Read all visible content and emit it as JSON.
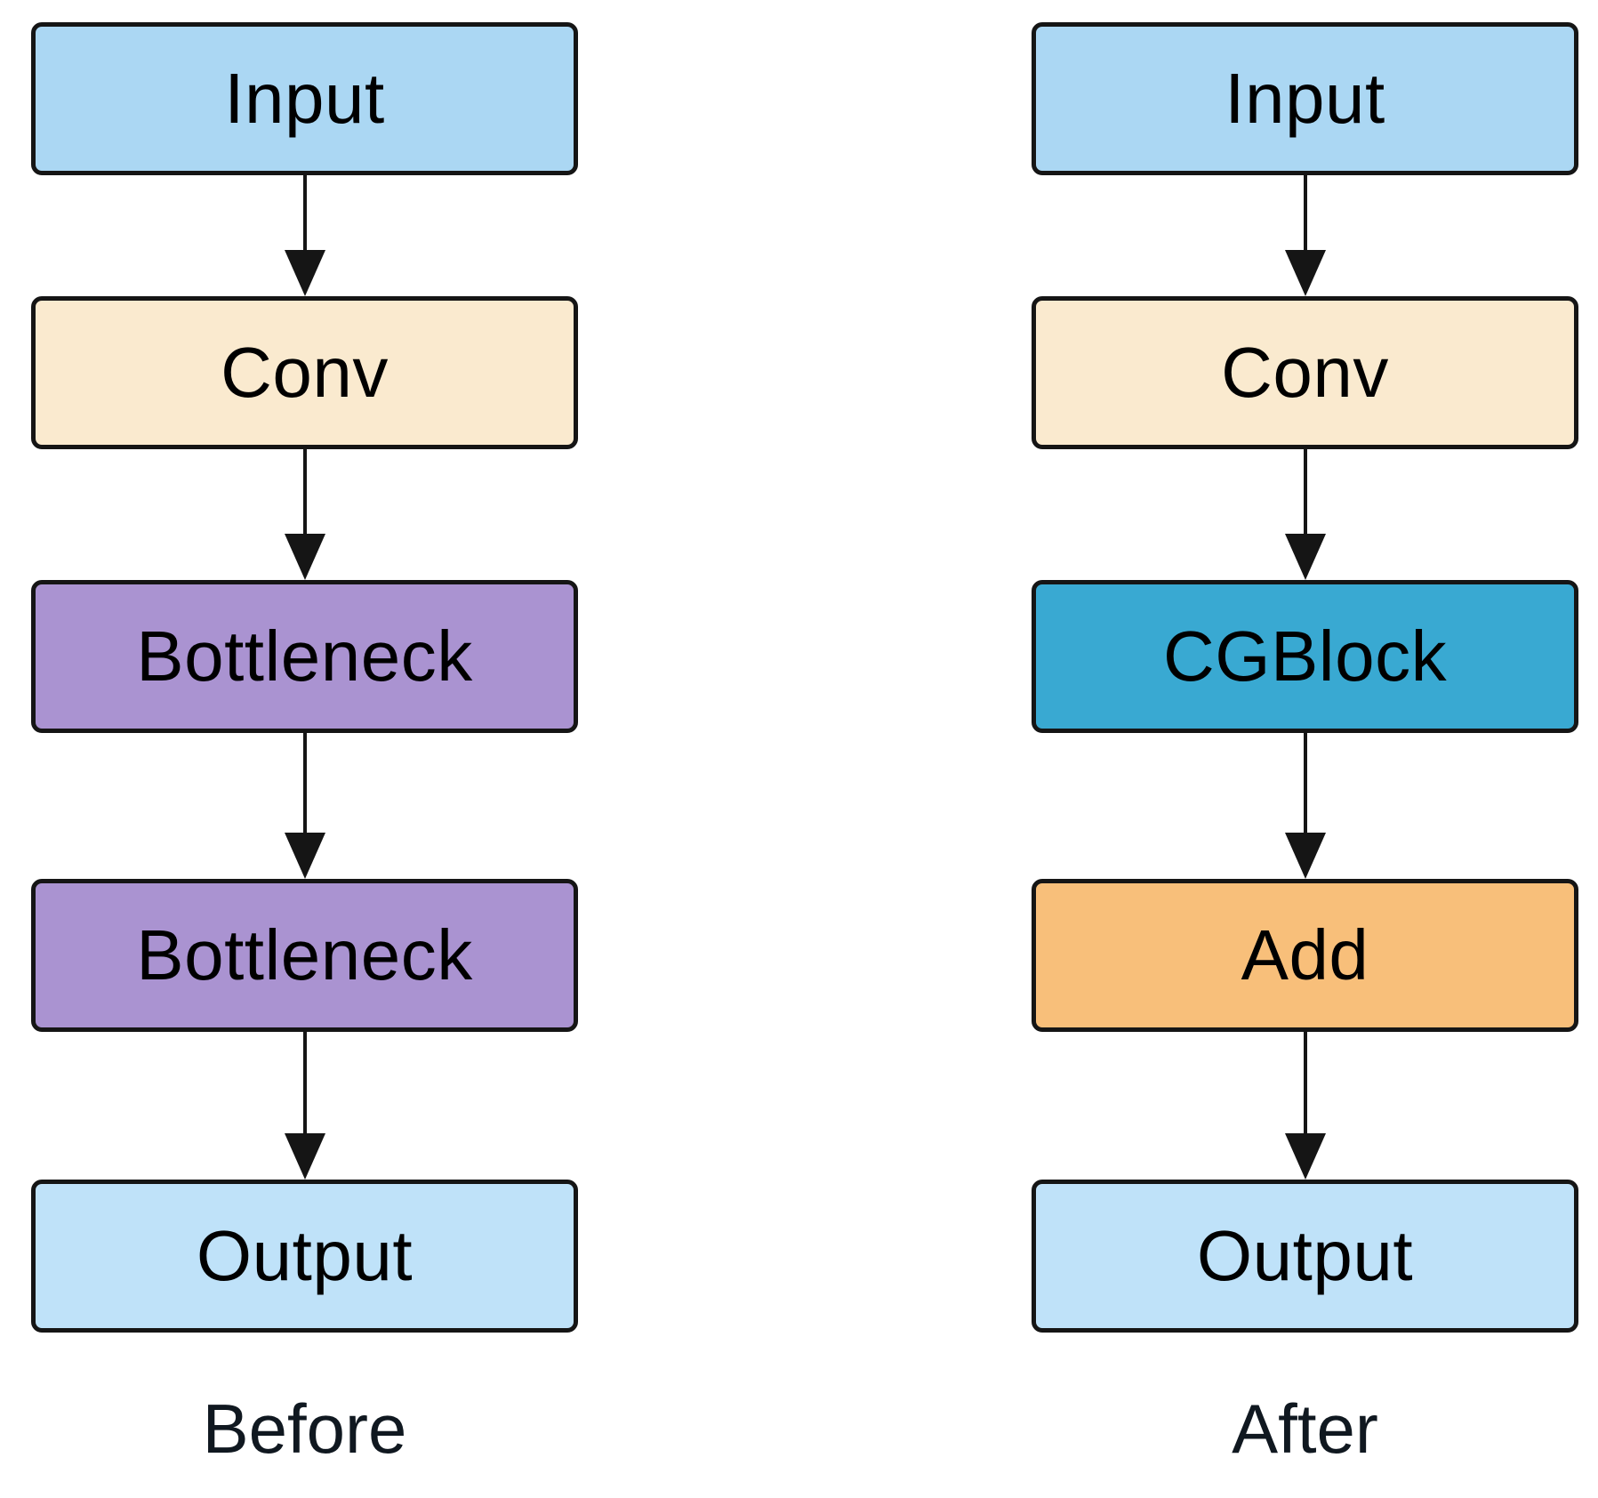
{
  "figure": {
    "stroke_color": "#151515",
    "arrow_color": "#151515",
    "label_color": "#000000",
    "caption_color": "#101820",
    "columns": [
      {
        "caption": "Before",
        "nodes": [
          {
            "label": "Input",
            "fill": "#abd7f3"
          },
          {
            "label": "Conv",
            "fill": "#faeacf"
          },
          {
            "label": "Bottleneck",
            "fill": "#aa93d1"
          },
          {
            "label": "Bottleneck",
            "fill": "#aa93d1"
          },
          {
            "label": "Output",
            "fill": "#bfe2f9"
          }
        ]
      },
      {
        "caption": "After",
        "nodes": [
          {
            "label": "Input",
            "fill": "#abd7f3"
          },
          {
            "label": "Conv",
            "fill": "#faeacf"
          },
          {
            "label": "CGBlock",
            "fill": "#39a9d2"
          },
          {
            "label": "Add",
            "fill": "#f8bf7a"
          },
          {
            "label": "Output",
            "fill": "#bfe2f9"
          }
        ]
      }
    ]
  }
}
